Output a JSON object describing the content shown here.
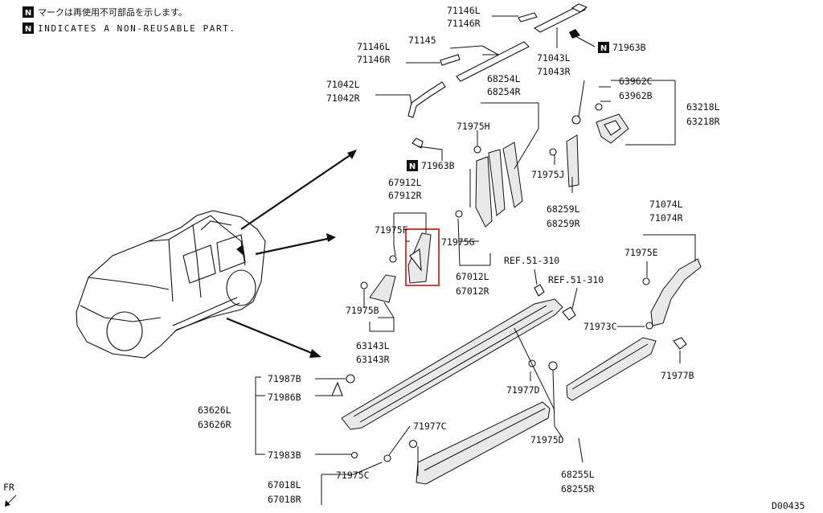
{
  "notes": {
    "jp": "マークは再使用不可部品を示します。",
    "en": "INDICATES A NON-REUSABLE PART.",
    "n_mark": "N"
  },
  "labels": {
    "p71146L_top": "71146L",
    "p71146R_top": "71146R",
    "p71145": "71145",
    "p71146L_mid": "71146L",
    "p71146R_mid": "71146R",
    "p71043L": "71043L",
    "p71043R": "71043R",
    "p71963B_top": "71963B",
    "p71042L": "71042L",
    "p71042R": "71042R",
    "p68254L": "68254L",
    "p68254R": "68254R",
    "p63962C": "63962C",
    "p63962B": "63962B",
    "p63218L": "63218L",
    "p63218R": "63218R",
    "p71975H": "71975H",
    "p71963B_mid": "71963B",
    "p71975J": "71975J",
    "p67912L": "67912L",
    "p67912R": "67912R",
    "p68259L": "68259L",
    "p68259R": "68259R",
    "p71074L": "71074L",
    "p71074R": "71074R",
    "p71975F": "71975F",
    "p71975G": "71975G",
    "p71975E": "71975E",
    "ref1": "REF.51-310",
    "ref2": "REF.51-310",
    "p67012L": "67012L",
    "p67012R": "67012R",
    "p71975B": "71975B",
    "p63143L": "63143L",
    "p63143R": "63143R",
    "p71973C": "71973C",
    "p71977B": "71977B",
    "p71987B": "71987B",
    "p71986B": "71986B",
    "p63626L": "63626L",
    "p63626R": "63626R",
    "p71977D": "71977D",
    "p71977C": "71977C",
    "p71975D": "71975D",
    "p71983B": "71983B",
    "p71975C": "71975C",
    "p67018L": "67018L",
    "p67018R": "67018R",
    "p68255L": "68255L",
    "p68255R": "68255R",
    "fr": "FR",
    "code": "D00435"
  },
  "highlight_color": "#e02020"
}
